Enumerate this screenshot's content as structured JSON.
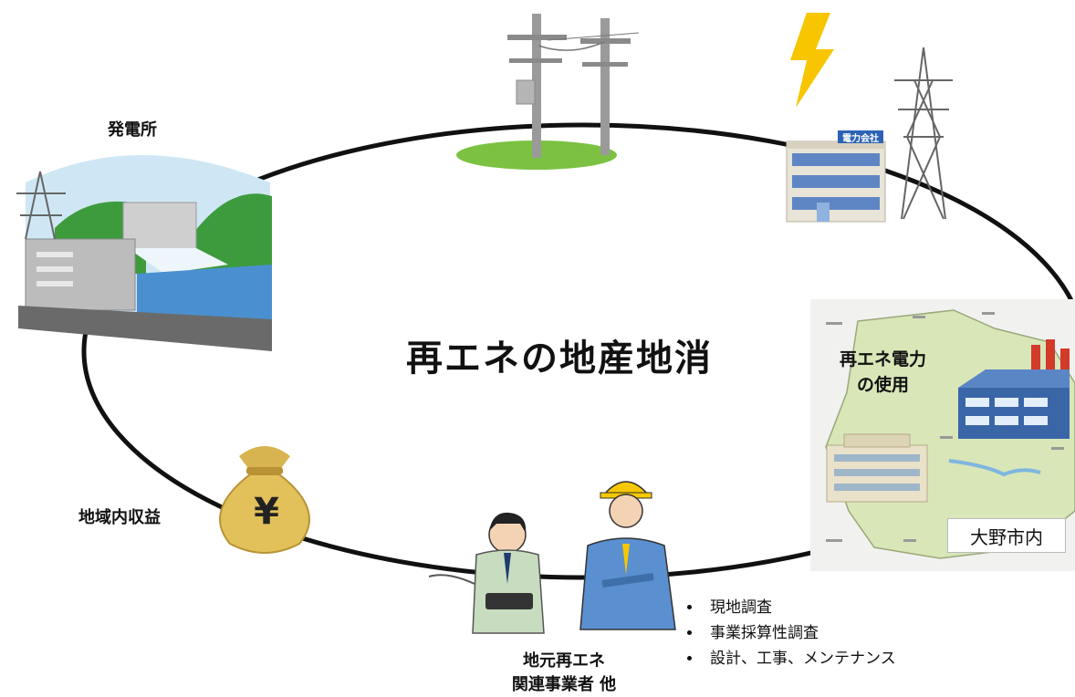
{
  "center_title": "再エネの地産地消",
  "labels": {
    "power_plant": "発電所",
    "regional_revenue": "地域内収益",
    "power_company_sign": "電力会社",
    "renewable_use_line1": "再エネ電力",
    "renewable_use_line2": "の使用",
    "area": "大野市内",
    "contractor_line1": "地元再エネ",
    "contractor_line2": "関連事業者 他",
    "yen_symbol": "¥"
  },
  "work_items": [
    "現地調査",
    "事業採算性調査",
    "設計、工事、メンテナンス"
  ]
}
